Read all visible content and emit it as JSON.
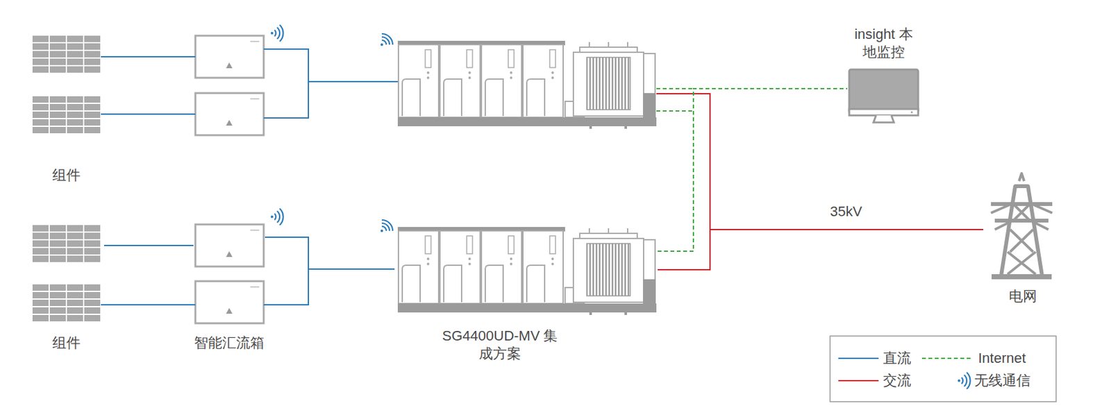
{
  "diagram": {
    "nodes": [
      {
        "text": [
          "组件"
        ]
      },
      {
        "text": [
          "组件"
        ]
      },
      {
        "text": [
          "智能汇流箱"
        ]
      },
      {
        "text": [
          "SG4400UD-MV 集成方案"
        ]
      },
      {
        "text": [
          "insight 本地监控"
        ]
      },
      {
        "text": [
          "电网"
        ]
      }
    ],
    "edges": [
      {
        "from": 1,
        "to": 2,
        "arrow": "none"
      },
      {
        "from": 2,
        "to": 3,
        "arrow": "none"
      },
      {
        "from": 3,
        "to": 4,
        "arrow": "none"
      },
      {
        "from": 3,
        "to": 5,
        "label": "35kV",
        "arrow": "none"
      }
    ],
    "legend": [
      {
        "text": "直流"
      },
      {
        "text": "Internet"
      },
      {
        "text": "交流"
      },
      {
        "text": "无线通信"
      }
    ]
  }
}
